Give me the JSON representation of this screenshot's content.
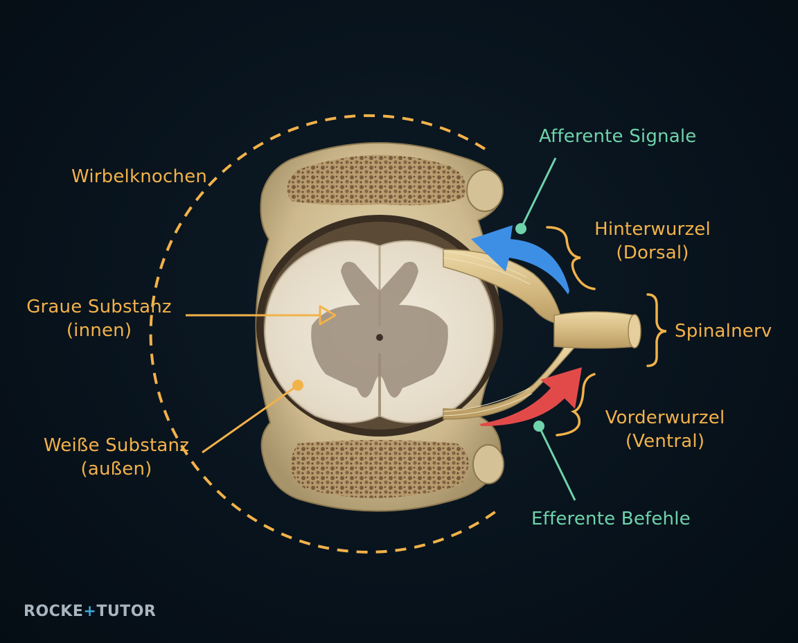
{
  "labels": {
    "wirbelknochen": "Wirbelknochen",
    "graue_l1": "Graue Substanz",
    "graue_l2": "(innen)",
    "weisse_l1": "Weiße Substanz",
    "weisse_l2": "(außen)",
    "afferent": "Afferente Signale",
    "hinter_l1": "Hinterwurzel",
    "hinter_l2": "(Dorsal)",
    "spinalnerv": "Spinalnerv",
    "vorder_l1": "Vorderwurzel",
    "vorder_l2": "(Ventral)",
    "efferent": "Efferente Befehle"
  },
  "logo": {
    "part1": "ROCKE",
    "plus": "+",
    "part2": "TUTOR"
  },
  "colors": {
    "background": "#08131c",
    "label_orange": "#f2b24a",
    "label_green": "#6fd3ab",
    "afferent_arrow": "#3d8fe6",
    "efferent_arrow": "#e24a4a",
    "bone": "#d8c8a0",
    "white_matter": "#ece5d6",
    "grey_matter": "#9b8c7a",
    "nerve": "#d9c08a"
  }
}
